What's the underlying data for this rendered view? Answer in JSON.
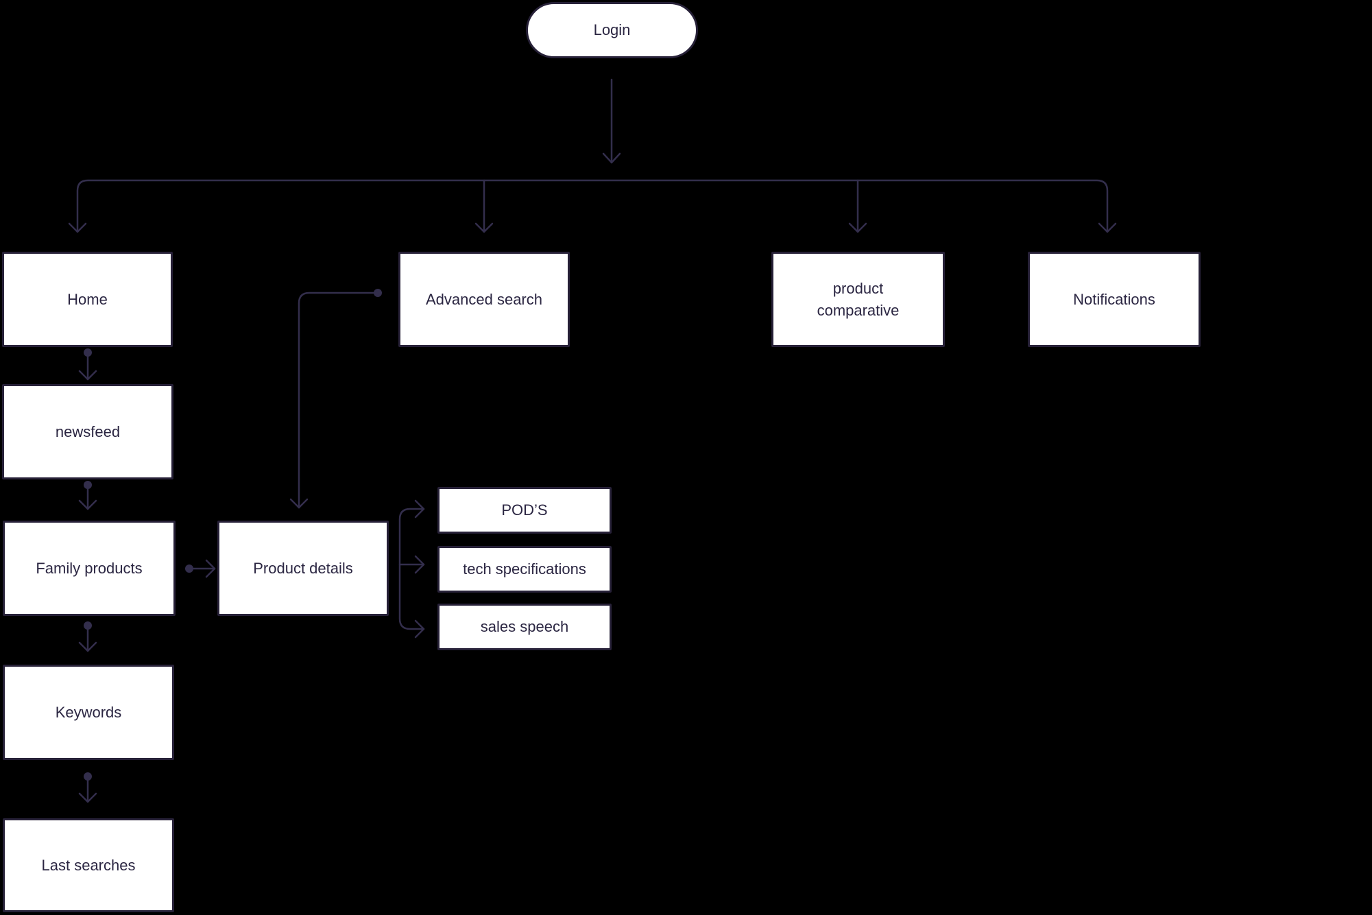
{
  "diagram": {
    "title": "app flow diagram",
    "colors": {
      "background": "#000000",
      "node_fill": "#ffffff",
      "node_border": "#272138",
      "connector": "#332e4c",
      "text": "#2b2642"
    },
    "nodes": {
      "login": {
        "label": "Login",
        "shape": "pill"
      },
      "home": {
        "label": "Home",
        "shape": "rect"
      },
      "advanced_search": {
        "label": "Advanced search",
        "shape": "rect"
      },
      "product_comparative": {
        "label": "product comparative",
        "shape": "rect"
      },
      "notifications": {
        "label": "Notifications",
        "shape": "rect"
      },
      "newsfeed": {
        "label": "newsfeed",
        "shape": "rect"
      },
      "family_products": {
        "label": "Family products",
        "shape": "rect"
      },
      "keywords": {
        "label": "Keywords",
        "shape": "rect"
      },
      "last_searches": {
        "label": "Last searches",
        "shape": "rect"
      },
      "product_details": {
        "label": "Product details",
        "shape": "rect"
      },
      "pods": {
        "label": "POD’S",
        "shape": "rect"
      },
      "tech_specifications": {
        "label": "tech specifications",
        "shape": "rect"
      },
      "sales_speech": {
        "label": "sales speech",
        "shape": "rect"
      }
    },
    "edges": [
      {
        "from": "login",
        "to": "home"
      },
      {
        "from": "login",
        "to": "advanced_search"
      },
      {
        "from": "login",
        "to": "product_comparative"
      },
      {
        "from": "login",
        "to": "notifications"
      },
      {
        "from": "home",
        "to": "newsfeed"
      },
      {
        "from": "newsfeed",
        "to": "family_products"
      },
      {
        "from": "family_products",
        "to": "keywords"
      },
      {
        "from": "keywords",
        "to": "last_searches"
      },
      {
        "from": "family_products",
        "to": "product_details"
      },
      {
        "from": "advanced_search",
        "to": "product_details"
      },
      {
        "from": "product_details",
        "to": "pods"
      },
      {
        "from": "product_details",
        "to": "tech_specifications"
      },
      {
        "from": "product_details",
        "to": "sales_speech"
      }
    ]
  }
}
